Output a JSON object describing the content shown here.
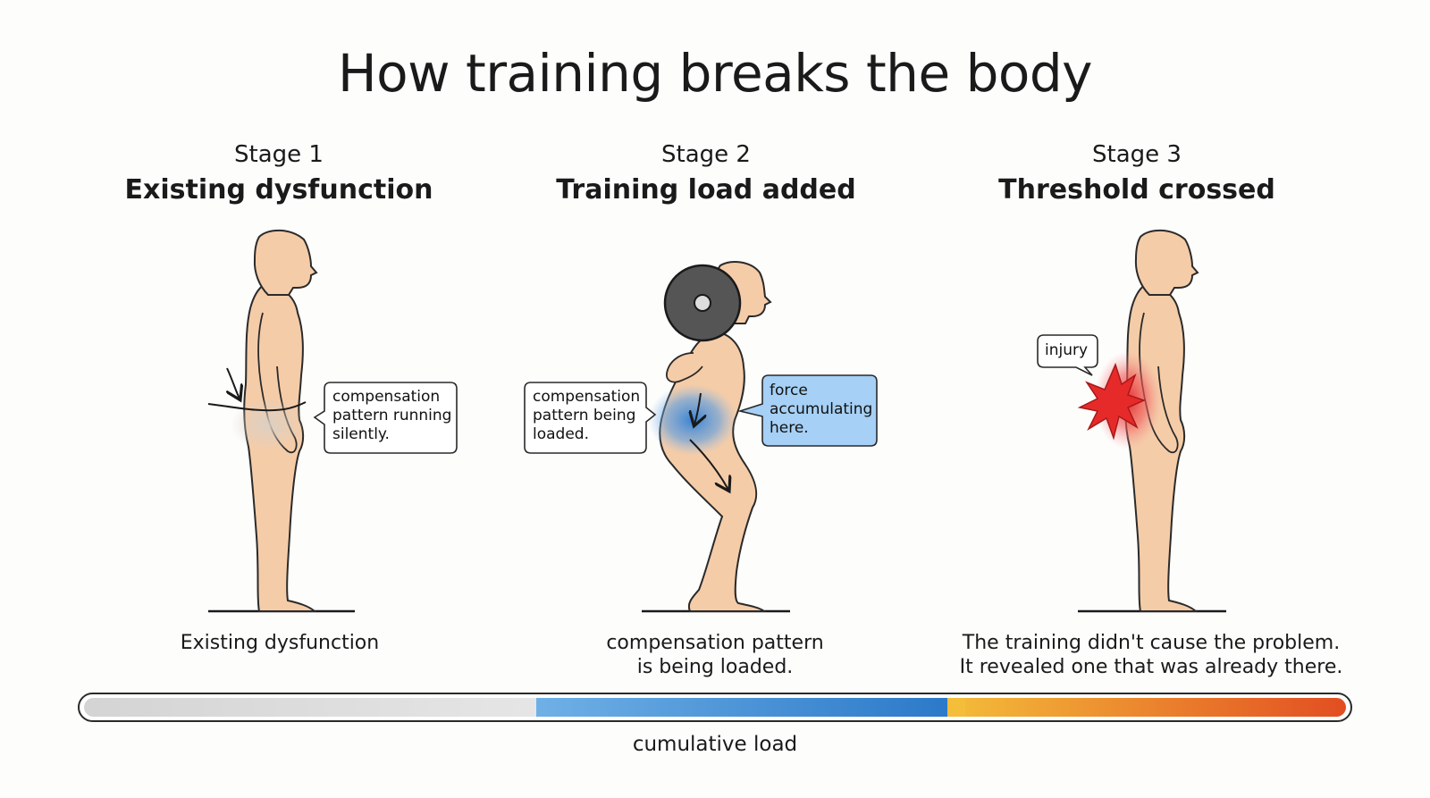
{
  "title": "How training breaks the body",
  "stages": [
    {
      "number": "Stage 1",
      "name": "Existing dysfunction",
      "callout": "compensation pattern running silently.",
      "caption": [
        "Existing dysfunction"
      ]
    },
    {
      "number": "Stage 2",
      "name": "Training load added",
      "callout": "compensation pattern being loaded.",
      "callout_secondary": "force accumulating here.",
      "caption": [
        "compensation pattern",
        "is being loaded."
      ]
    },
    {
      "number": "Stage 3",
      "name": "Threshold crossed",
      "callout": "injury",
      "caption": [
        "The training didn't cause the problem.",
        "It revealed one that was already there."
      ]
    }
  ],
  "load_bar": {
    "label": "cumulative load",
    "segments": [
      {
        "from": "#d4d4d4",
        "to": "#e6e6e6"
      },
      {
        "from": "#6fb0e6",
        "to": "#2a78c8"
      },
      {
        "from": "#f4bd3a",
        "to": "#e24e22"
      }
    ]
  },
  "colors": {
    "skin": "#f5cca8",
    "outline": "#2a2a2a",
    "force": "#2f7fd6",
    "injury": "#e62a2a",
    "callout_highlight": "#a6d0f5"
  },
  "icons": [
    "barbell-plate-icon",
    "pain-burst-icon",
    "force-arrow-icon"
  ]
}
